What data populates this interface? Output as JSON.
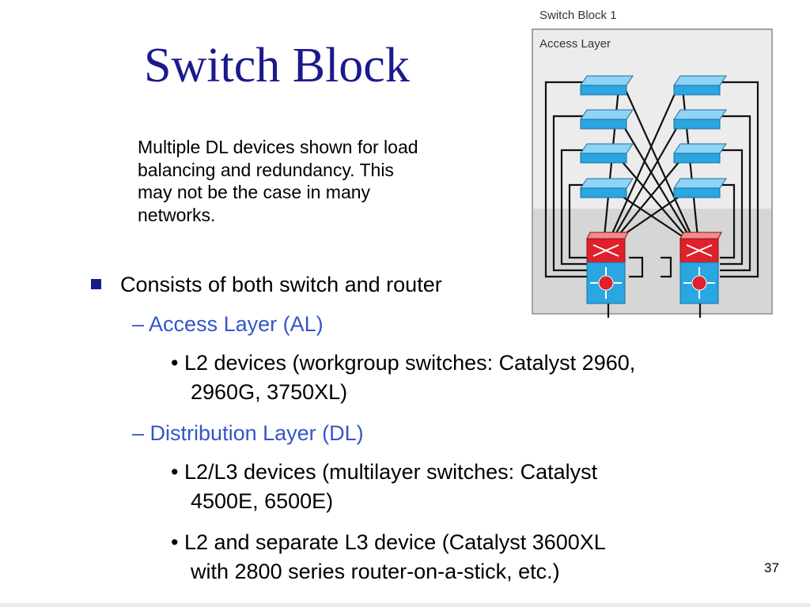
{
  "slide": {
    "title": "Switch Block",
    "note_lines": [
      "Multiple DL devices shown for load",
      "balancing and redundancy.  This",
      "may not be the case in many",
      "networks."
    ],
    "bullet": "Consists of both switch and router",
    "access_layer": "Access Layer (AL)",
    "access_detail_lines": [
      "L2 devices (workgroup switches: Catalyst 2960,",
      "2960G, 3750XL)"
    ],
    "distribution_layer": "Distribution Layer (DL)",
    "dist_detail1_lines": [
      "L2/L3 devices (multilayer switches: Catalyst",
      "4500E,  6500E)"
    ],
    "dist_detail2_lines": [
      "L2 and separate L3 device (Catalyst 3600XL",
      "with 2800 series router-on-a-stick, etc.)"
    ],
    "page_number": "37"
  },
  "diagram": {
    "block_label": "Switch Block 1",
    "layer_label": "Access Layer",
    "colors": {
      "access_switch": "#2aa6e0",
      "distribution_top": "#e0202a",
      "distribution_bottom": "#2aa6e0",
      "panel_top": "#ececec",
      "panel_bottom": "#d6d6d6"
    }
  }
}
